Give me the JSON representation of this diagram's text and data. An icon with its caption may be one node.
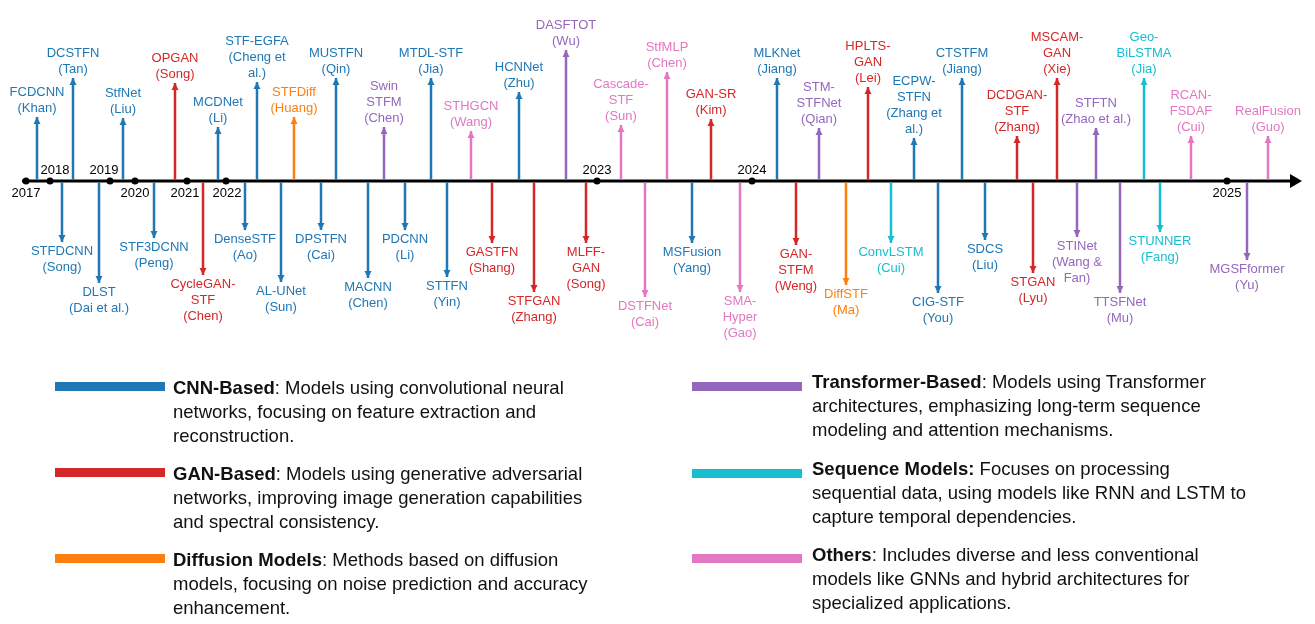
{
  "diagram": {
    "nodes": [
      {
        "text": [
          "FCDCNN (Khan)"
        ]
      },
      {
        "text": [
          "STFDCNN (Song)"
        ]
      },
      {
        "text": [
          "DCSTFN (Tan)"
        ]
      },
      {
        "text": [
          "DLST (Dai et al.)"
        ]
      },
      {
        "text": [
          "StfNet (Liu)"
        ]
      },
      {
        "text": [
          "STF3DCNN (Peng)"
        ]
      },
      {
        "text": [
          "OPGAN (Song)"
        ]
      },
      {
        "text": [
          "CycleGAN-STF (Chen)"
        ]
      },
      {
        "text": [
          "MCDNet (Li)"
        ]
      },
      {
        "text": [
          "DenseSTF (Ao)"
        ]
      },
      {
        "text": [
          "STF-EGFA (Cheng et al.)"
        ]
      },
      {
        "text": [
          "AL-UNet (Sun)"
        ]
      },
      {
        "text": [
          "STFDiff (Huang)"
        ]
      },
      {
        "text": [
          "DPSTFN (Cai)"
        ]
      },
      {
        "text": [
          "MUSTFN (Qin)"
        ]
      },
      {
        "text": [
          "MACNN (Chen)"
        ]
      },
      {
        "text": [
          "Swin STFM (Chen)"
        ]
      },
      {
        "text": [
          "PDCNN (Li)"
        ]
      },
      {
        "text": [
          "MTDL-STF (Jia)"
        ]
      },
      {
        "text": [
          "STTFN (Yin)"
        ]
      },
      {
        "text": [
          "STHGCN (Wang)"
        ]
      },
      {
        "text": [
          "GASTFN (Shang)"
        ]
      },
      {
        "text": [
          "HCNNet (Zhu)"
        ]
      },
      {
        "text": [
          "STFGAN (Zhang)"
        ]
      },
      {
        "text": [
          "DASFTOT (Wu)"
        ]
      },
      {
        "text": [
          "MLFF-GAN (Song)"
        ]
      },
      {
        "text": [
          "Cascade-STF (Sun)"
        ]
      },
      {
        "text": [
          "DSTFNet (Cai)"
        ]
      },
      {
        "text": [
          "StfMLP (Chen)"
        ]
      },
      {
        "text": [
          "MSFusion (Yang)"
        ]
      },
      {
        "text": [
          "GAN-SR (Kim)"
        ]
      },
      {
        "text": [
          "SMA-Hyper (Gao)"
        ]
      },
      {
        "text": [
          "MLKNet (Jiang)"
        ]
      },
      {
        "text": [
          "GAN-STFM (Weng)"
        ]
      },
      {
        "text": [
          "STM-STFNet (Qian)"
        ]
      },
      {
        "text": [
          "DiffSTF (Ma)"
        ]
      },
      {
        "text": [
          "HPLTS-GAN (Lei)"
        ]
      },
      {
        "text": [
          "ConvLSTM (Cui)"
        ]
      },
      {
        "text": [
          "ECPW-STFN (Zhang et al.)"
        ]
      },
      {
        "text": [
          "CIG-STF (You)"
        ]
      },
      {
        "text": [
          "CTSTFM (Jiang)"
        ]
      },
      {
        "text": [
          "SDCS (Liu)"
        ]
      },
      {
        "text": [
          "DCDGAN-STF (Zhang)"
        ]
      },
      {
        "text": [
          "STGAN (Lyu)"
        ]
      },
      {
        "text": [
          "MSCAM-GAN (Xie)"
        ]
      },
      {
        "text": [
          "STINet (Wang & Fan)"
        ]
      },
      {
        "text": [
          "STFTN (Zhao et al.)"
        ]
      },
      {
        "text": [
          "TTSFNet (Mu)"
        ]
      },
      {
        "text": [
          "Geo-BiLSTMA (Jia)"
        ]
      },
      {
        "text": [
          "STUNNER (Fang)"
        ]
      },
      {
        "text": [
          "RCAN-FSDAF (Cui)"
        ]
      },
      {
        "text": [
          "MGSFformer (Yu)"
        ]
      },
      {
        "text": [
          "RealFusion (Guo)"
        ]
      },
      {
        "text": [],
        "shape": "bar"
      }
    ],
    "edges": [
      {
        "from": 53,
        "to": 0,
        "arrow": "to"
      },
      {
        "from": 53,
        "to": 1,
        "arrow": "to"
      },
      {
        "from": 53,
        "to": 2,
        "arrow": "to"
      },
      {
        "from": 53,
        "to": 3,
        "arrow": "to"
      },
      {
        "from": 53,
        "to": 4,
        "arrow": "to"
      },
      {
        "from": 53,
        "to": 5,
        "arrow": "to"
      },
      {
        "from": 53,
        "to": 6,
        "arrow": "to",
        "color": "#d62728"
      },
      {
        "from": 53,
        "to": 7,
        "arrow": "to",
        "color": "#d62728"
      },
      {
        "from": 53,
        "to": 8,
        "arrow": "to"
      },
      {
        "from": 53,
        "to": 9,
        "arrow": "to"
      },
      {
        "from": 53,
        "to": 10,
        "arrow": "to"
      },
      {
        "from": 53,
        "to": 11,
        "arrow": "to"
      },
      {
        "from": 53,
        "to": 12,
        "arrow": "to",
        "color": "#ff7f0e"
      },
      {
        "from": 53,
        "to": 13,
        "arrow": "to"
      },
      {
        "from": 53,
        "to": 14,
        "arrow": "to"
      },
      {
        "from": 53,
        "to": 15,
        "arrow": "to"
      },
      {
        "from": 53,
        "to": 16,
        "arrow": "to",
        "color": "#9467bd"
      },
      {
        "from": 53,
        "to": 17,
        "arrow": "to"
      },
      {
        "from": 53,
        "to": 18,
        "arrow": "to"
      },
      {
        "from": 53,
        "to": 19,
        "arrow": "to"
      },
      {
        "from": 53,
        "to": 20,
        "arrow": "to",
        "color": "#e377c2"
      },
      {
        "from": 53,
        "to": 21,
        "arrow": "to",
        "color": "#d62728"
      },
      {
        "from": 53,
        "to": 22,
        "arrow": "to"
      },
      {
        "from": 53,
        "to": 23,
        "arrow": "to",
        "color": "#d62728"
      },
      {
        "from": 53,
        "to": 24,
        "arrow": "to",
        "color": "#9467bd"
      },
      {
        "from": 53,
        "to": 25,
        "arrow": "to",
        "color": "#d62728"
      },
      {
        "from": 53,
        "to": 26,
        "arrow": "to",
        "color": "#e377c2"
      },
      {
        "from": 53,
        "to": 27,
        "arrow": "to",
        "color": "#e377c2"
      },
      {
        "from": 53,
        "to": 28,
        "arrow": "to",
        "color": "#e377c2"
      },
      {
        "from": 53,
        "to": 29,
        "arrow": "to"
      },
      {
        "from": 53,
        "to": 30,
        "arrow": "to",
        "color": "#d62728"
      },
      {
        "from": 53,
        "to": 31,
        "arrow": "to",
        "color": "#e377c2"
      },
      {
        "from": 53,
        "to": 32,
        "arrow": "to"
      },
      {
        "from": 53,
        "to": 33,
        "arrow": "to",
        "color": "#d62728"
      },
      {
        "from": 53,
        "to": 34,
        "arrow": "to",
        "color": "#9467bd"
      },
      {
        "from": 53,
        "to": 35,
        "arrow": "to",
        "color": "#ff7f0e"
      },
      {
        "from": 53,
        "to": 36,
        "arrow": "to",
        "color": "#d62728"
      },
      {
        "from": 53,
        "to": 37,
        "arrow": "to",
        "color": "#17becf"
      },
      {
        "from": 53,
        "to": 38,
        "arrow": "to"
      },
      {
        "from": 53,
        "to": 39,
        "arrow": "to"
      },
      {
        "from": 53,
        "to": 40,
        "arrow": "to"
      },
      {
        "from": 53,
        "to": 41,
        "arrow": "to"
      },
      {
        "from": 53,
        "to": 42,
        "arrow": "to",
        "color": "#d62728"
      },
      {
        "from": 53,
        "to": 43,
        "arrow": "to",
        "color": "#d62728"
      },
      {
        "from": 53,
        "to": 44,
        "arrow": "to",
        "color": "#d62728"
      },
      {
        "from": 53,
        "to": 45,
        "arrow": "to",
        "color": "#9467bd"
      },
      {
        "from": 53,
        "to": 46,
        "arrow": "to",
        "color": "#9467bd"
      },
      {
        "from": 53,
        "to": 47,
        "arrow": "to",
        "color": "#9467bd"
      },
      {
        "from": 53,
        "to": 48,
        "arrow": "to",
        "color": "#17becf"
      },
      {
        "from": 53,
        "to": 49,
        "arrow": "to",
        "color": "#17becf"
      },
      {
        "from": 53,
        "to": 50,
        "arrow": "to",
        "color": "#e377c2"
      },
      {
        "from": 53,
        "to": 51,
        "arrow": "to",
        "color": "#9467bd"
      },
      {
        "from": 53,
        "to": 52,
        "arrow": "to",
        "color": "#e377c2"
      }
    ],
    "labels": [
      "2017",
      "2018",
      "2019",
      "2020",
      "2021",
      "2022",
      "2023",
      "2024",
      "2025"
    ],
    "legend": [
      {
        "text": "**CNN-Based**: Models using convolutional neural networks, focusing on feature extraction and reconstruction.",
        "color": "#1f77b4"
      },
      {
        "text": "**GAN-Based**: Models using generative adversarial networks, improving image generation capabilities and spectral consistency.",
        "color": "#d62728"
      },
      {
        "text": "**Diffusion Models**: Methods based on diffusion models, focusing on noise prediction and accuracy enhancement.",
        "color": "#ff7f0e"
      },
      {
        "text": "**Transformer-Based**: Models using Transformer architectures, emphasizing long-term sequence modeling and attention mechanisms.",
        "color": "#9467bd"
      },
      {
        "text": "**Sequence Models:** Focuses on processing sequential data, using models like RNN and LSTM to capture temporal dependencies.",
        "color": "#17becf"
      },
      {
        "text": "**Others**: Includes diverse and less conventional models like GNNs and hybrid architectures for specialized applications.",
        "color": "#e377c2"
      }
    ]
  }
}
